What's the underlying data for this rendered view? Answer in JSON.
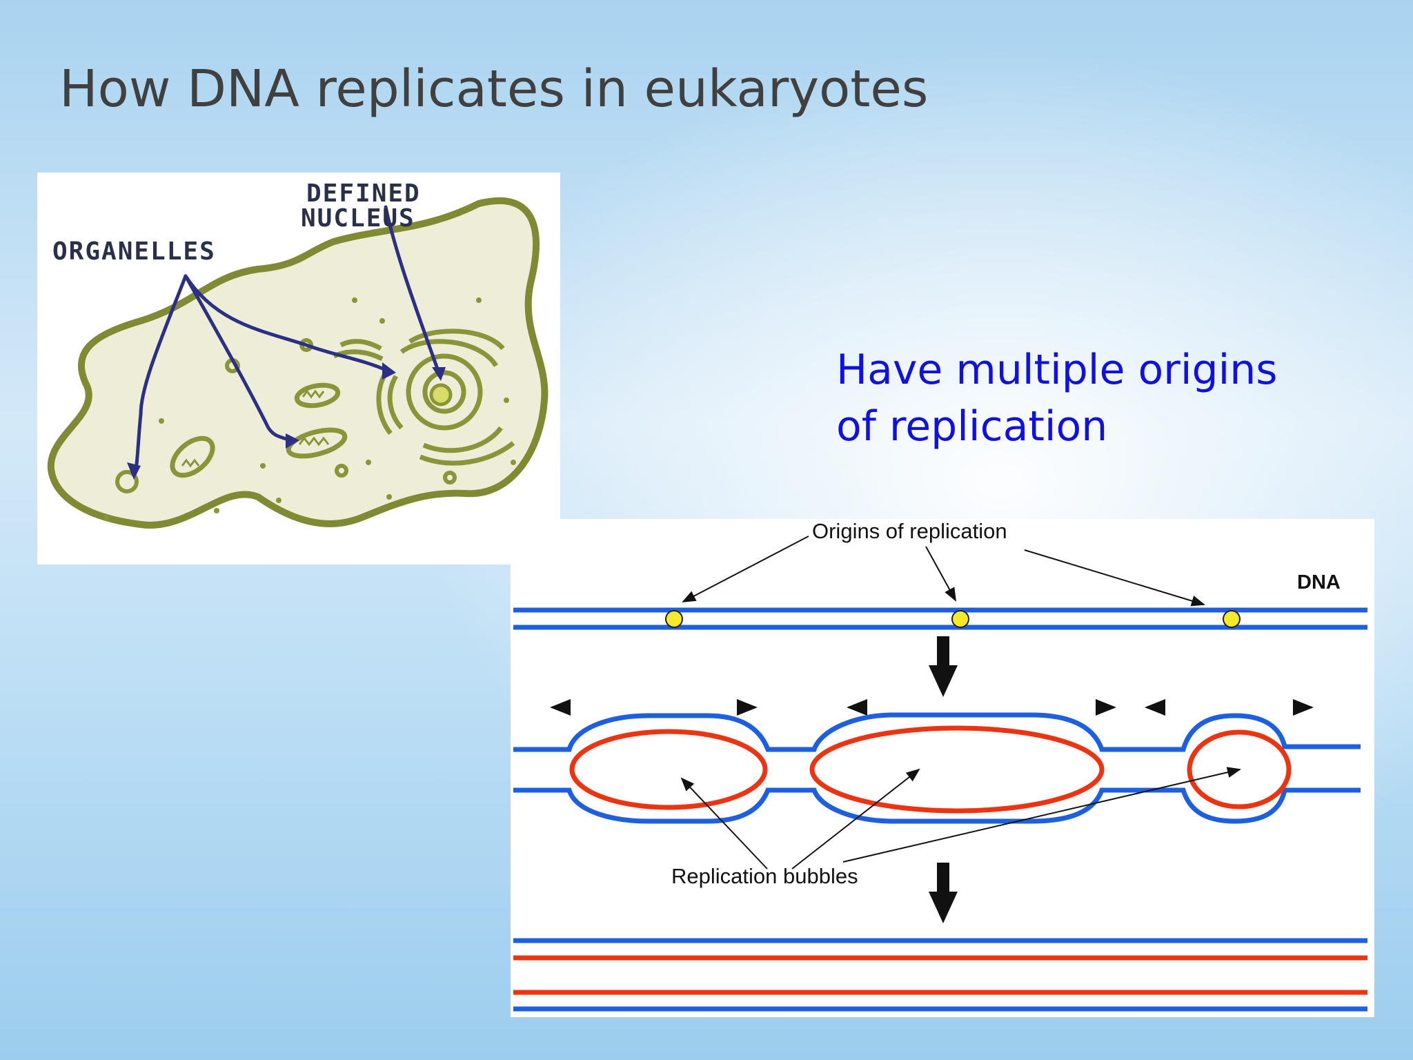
{
  "slide": {
    "title": "How DNA replicates in eukaryotes",
    "bullet_lines": [
      "Have multiple origins",
      "of replication"
    ]
  },
  "cell_diagram": {
    "label_nucleus_line1": "DEFINED",
    "label_nucleus_line2": "NUCLEUS",
    "label_organelles": "ORGANELLES",
    "cell_fill": "#eeeed8",
    "cell_outline": "#7f8a33",
    "arrow_color": "#2b3085"
  },
  "dna_diagram": {
    "label_origins": "Origins of replication",
    "label_dna": "DNA",
    "label_bubbles": "Replication bubbles",
    "parent_strand_color": "#1c5fe0",
    "new_strand_color": "#ee3311",
    "origin_marker_color": "#f4ea2a"
  }
}
